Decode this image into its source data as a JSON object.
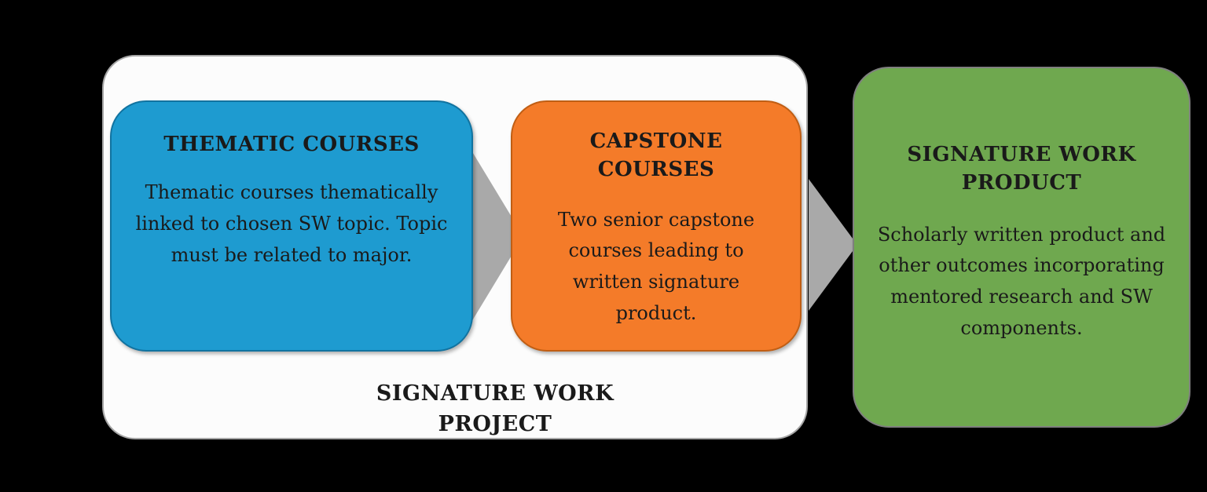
{
  "diagram": {
    "outer_label": {
      "line1": "SIGNATURE WORK",
      "line2": "PROJECT"
    },
    "boxes": {
      "thematic": {
        "title": "THEMATIC COURSES",
        "body": "Thematic courses thematically linked to chosen SW topic. Topic must be related to major.",
        "fill_color": "#1E9BD0"
      },
      "capstone": {
        "title": "CAPSTONE COURSES",
        "body": "Two senior capstone courses leading to written signature product.",
        "fill_color": "#F47B29"
      },
      "product": {
        "title_line1": "SIGNATURE WORK",
        "title_line2": "PRODUCT",
        "body": "Scholarly written product and other outcomes incorporating mentored research and SW components.",
        "fill_color": "#6FA84F"
      }
    },
    "colors": {
      "background": "#000000",
      "container_fill": "#FCFCFC",
      "container_border": "#A6A6A6",
      "arrow": "#A9A9A9",
      "text": "#1A1A1A"
    }
  }
}
